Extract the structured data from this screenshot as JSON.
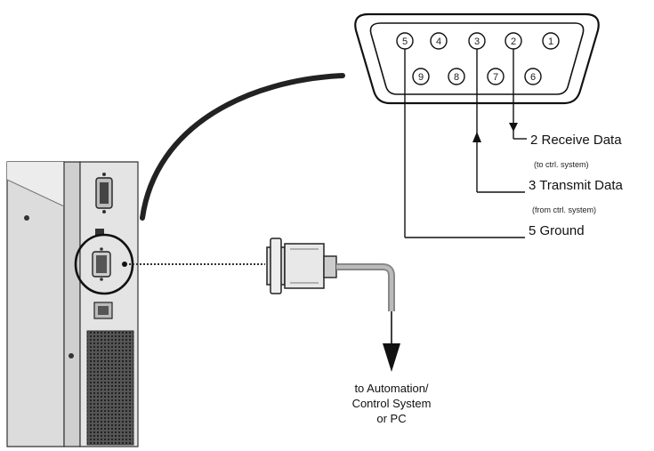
{
  "connector": {
    "top_pins": [
      "5",
      "4",
      "3",
      "2",
      "1"
    ],
    "bottom_pins": [
      "9",
      "8",
      "7",
      "6"
    ]
  },
  "signals": {
    "receive": {
      "main": "2 Receive Data",
      "sub": "(to ctrl. system)"
    },
    "transmit": {
      "main": "3 Transmit Data",
      "sub": "(from ctrl. system)"
    },
    "ground": {
      "main": "5 Ground"
    }
  },
  "destination": {
    "line1": "to Automation/",
    "line2": "Control System",
    "line3": "or PC"
  }
}
